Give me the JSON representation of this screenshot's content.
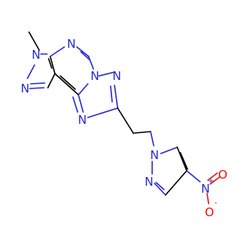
{
  "colors": {
    "carbon": "#000000",
    "nitrogen": "#2a2ad6",
    "oxygen": "#e8140f",
    "background": "#ffffff"
  },
  "atoms": {
    "n_methyl": "N",
    "n_pyrazole_adj": "N",
    "n_pyrimidine_top": "N",
    "n_bridge": "N",
    "n_triazole_right": "N",
    "n_triazole_left": "N",
    "n_pyrazole2_1": "N",
    "n_pyrazole2_2": "N",
    "n_nitro": "N",
    "n_nitro_charge": "+",
    "o_top": "O",
    "o_bottom": "O",
    "o_bottom_charge": "-"
  }
}
